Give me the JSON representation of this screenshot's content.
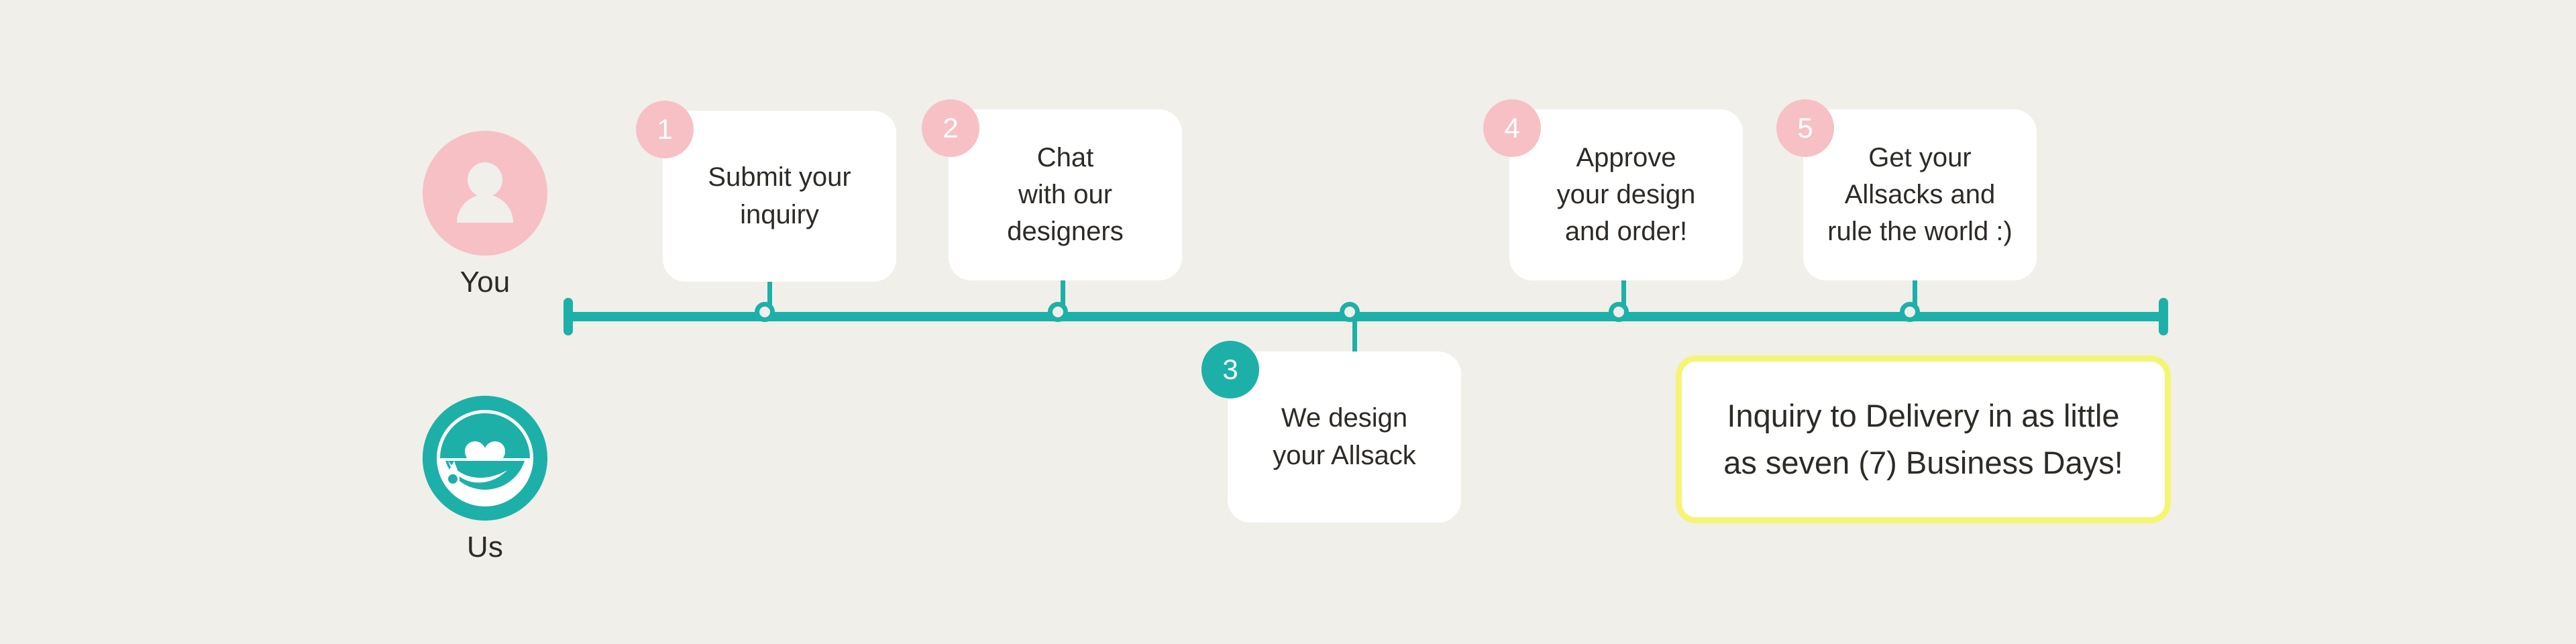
{
  "theme": {
    "background": "#F0EFEA",
    "teal": "#1DB0A8",
    "pink": "#F7C0C5",
    "yellow": "#F5F573",
    "card_bg": "#FFFFFF",
    "text": "#2E2A26"
  },
  "actors": [
    {
      "id": "you",
      "label": "You",
      "icon": "person-avatar-icon",
      "color": "#F7C0C5"
    },
    {
      "id": "us",
      "label": "Us",
      "icon": "allsack-bag-heart-logo-icon",
      "color": "#1DB0A8"
    }
  ],
  "timeline": {
    "orientation": "horizontal",
    "color": "#1DB0A8",
    "start_cap": true,
    "end_cap": true,
    "marker_count": 5
  },
  "steps": [
    {
      "number": "1",
      "badge_color": "#F7C0C5",
      "actor": "you",
      "position": "above",
      "text": "Submit your\ninquiry"
    },
    {
      "number": "2",
      "badge_color": "#F7C0C5",
      "actor": "you",
      "position": "above",
      "text": "Chat\nwith our\ndesigners"
    },
    {
      "number": "3",
      "badge_color": "#1DB0A8",
      "actor": "us",
      "position": "below",
      "text": "We design\nyour Allsack"
    },
    {
      "number": "4",
      "badge_color": "#F7C0C5",
      "actor": "you",
      "position": "above",
      "text": "Approve\nyour design\nand order!"
    },
    {
      "number": "5",
      "badge_color": "#F7C0C5",
      "actor": "you",
      "position": "above",
      "text": "Get your\nAllsacks and\nrule the world :)"
    }
  ],
  "callout": {
    "text": "Inquiry to Delivery in as little\nas seven (7) Business Days!",
    "border_color": "#F5F573"
  }
}
